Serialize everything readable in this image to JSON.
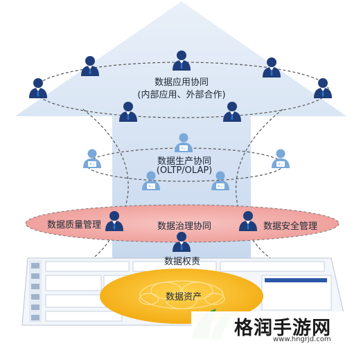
{
  "diagram": {
    "top_layer_title": "数据应用协同",
    "top_layer_subtitle": "(内部应用、外部合作)",
    "middle_layer_title": "数据生产协同",
    "middle_layer_subtitle": "(OLTP/OLAP)",
    "governance_center": "数据治理协同",
    "governance_left": "数据质量管理",
    "governance_right": "数据安全管理",
    "rights_label": "数据权责",
    "assets_label": "数据资产"
  },
  "watermark": {
    "name": "格润手游网",
    "url": "www.hngrjd.com"
  },
  "colors": {
    "arrow": "#dbe6f5",
    "person_dark": "#1f3d7a",
    "person_light": "#7aaedc",
    "governance_band": "#f2a3a0",
    "assets_gold": "#f4b21a",
    "logo_green": "#2e9a2e"
  }
}
